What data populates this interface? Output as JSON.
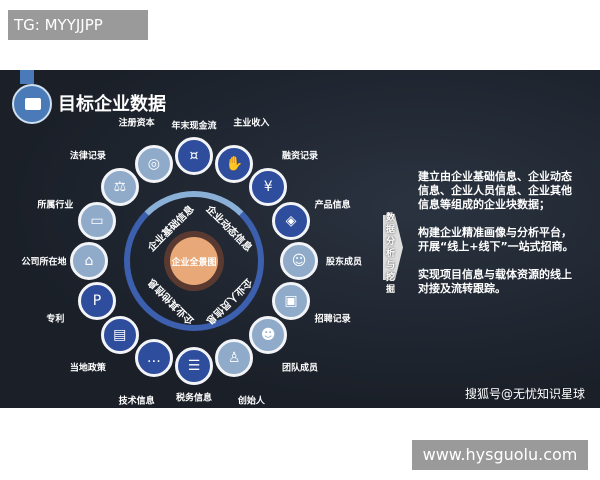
{
  "overlay_label": "TG: MYYJJPP",
  "site_label": "www.hysguolu.com",
  "title": "目标企业数据",
  "center": "企业全景图",
  "ring_segments": [
    "企业基础信息",
    "企业动态信息",
    "企业人员信息",
    "企业其他信息"
  ],
  "items": [
    {
      "label": "年末现金流",
      "icon": "cash-icon",
      "tone": "dark"
    },
    {
      "label": "主业收入",
      "icon": "hand-coins-icon",
      "tone": "dark"
    },
    {
      "label": "融资记录",
      "icon": "money-bag-icon",
      "tone": "dark"
    },
    {
      "label": "产品信息",
      "icon": "box-icon",
      "tone": "dark"
    },
    {
      "label": "股东成员",
      "icon": "person-icon",
      "tone": "light"
    },
    {
      "label": "招聘记录",
      "icon": "id-card-icon",
      "tone": "light"
    },
    {
      "label": "团队成员",
      "icon": "group-icon",
      "tone": "light"
    },
    {
      "label": "创始人",
      "icon": "user-icon",
      "tone": "light"
    },
    {
      "label": "税务信息",
      "icon": "list-icon",
      "tone": "dark"
    },
    {
      "label": "技术信息",
      "icon": "chat-icon",
      "tone": "dark"
    },
    {
      "label": "当地政策",
      "icon": "document-icon",
      "tone": "dark"
    },
    {
      "label": "专利",
      "icon": "patent-icon",
      "tone": "dark"
    },
    {
      "label": "公司所在地",
      "icon": "home-icon",
      "tone": "light"
    },
    {
      "label": "所属行业",
      "icon": "briefcase-icon",
      "tone": "light"
    },
    {
      "label": "法律记录",
      "icon": "scales-icon",
      "tone": "light"
    },
    {
      "label": "注册资本",
      "icon": "coins-icon",
      "tone": "light"
    }
  ],
  "arrow_label": "数据分析与挖掘",
  "description": [
    "建立由企业基础信息、企业动态信息、企业人员信息、企业其他信息等组成的企业块数据；",
    "构建企业精准画像与分析平台，开展“线上+线下”一站式招商。",
    "实现项目信息与载体资源的线上对接及流转跟踪。"
  ],
  "watermark": "搜狐号@无忧知识星球",
  "colors": {
    "dark": "#2e4d9c",
    "light": "#8fabc9",
    "core": "#e8a878"
  }
}
